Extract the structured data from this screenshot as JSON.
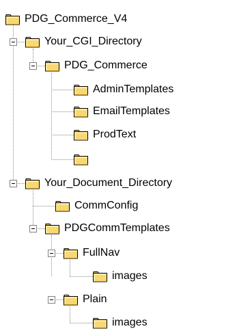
{
  "tree": {
    "root": {
      "label": "PDG_Commerce_V4",
      "icon": "folder-icon",
      "children": [
        {
          "label": "Your_CGI_Directory",
          "icon": "folder-icon",
          "expanded": true,
          "children": [
            {
              "label": "PDG_Commerce",
              "icon": "folder-icon",
              "expanded": true,
              "children": [
                {
                  "label": "AdminTemplates",
                  "icon": "folder-icon"
                },
                {
                  "label": "EmailTemplates",
                  "icon": "folder-icon"
                },
                {
                  "label": "ProdText",
                  "icon": "folder-icon"
                },
                {
                  "label": "",
                  "icon": "folder-icon"
                }
              ]
            }
          ]
        },
        {
          "label": "Your_Document_Directory",
          "icon": "folder-icon",
          "expanded": true,
          "children": [
            {
              "label": "CommConfig",
              "icon": "folder-icon"
            },
            {
              "label": "PDGCommTemplates",
              "icon": "folder-icon",
              "expanded": true,
              "children": [
                {
                  "label": "FullNav",
                  "icon": "folder-icon",
                  "expanded": true,
                  "children": [
                    {
                      "label": "images",
                      "icon": "folder-icon"
                    }
                  ]
                },
                {
                  "label": "Plain",
                  "icon": "folder-icon",
                  "expanded": true,
                  "children": [
                    {
                      "label": "images",
                      "icon": "folder-icon"
                    }
                  ]
                }
              ]
            }
          ]
        }
      ]
    }
  },
  "colors": {
    "folder_fill": "#f8d775",
    "folder_light": "#fff3b8",
    "folder_outline": "#000000",
    "connector": "#8a8a8a"
  }
}
